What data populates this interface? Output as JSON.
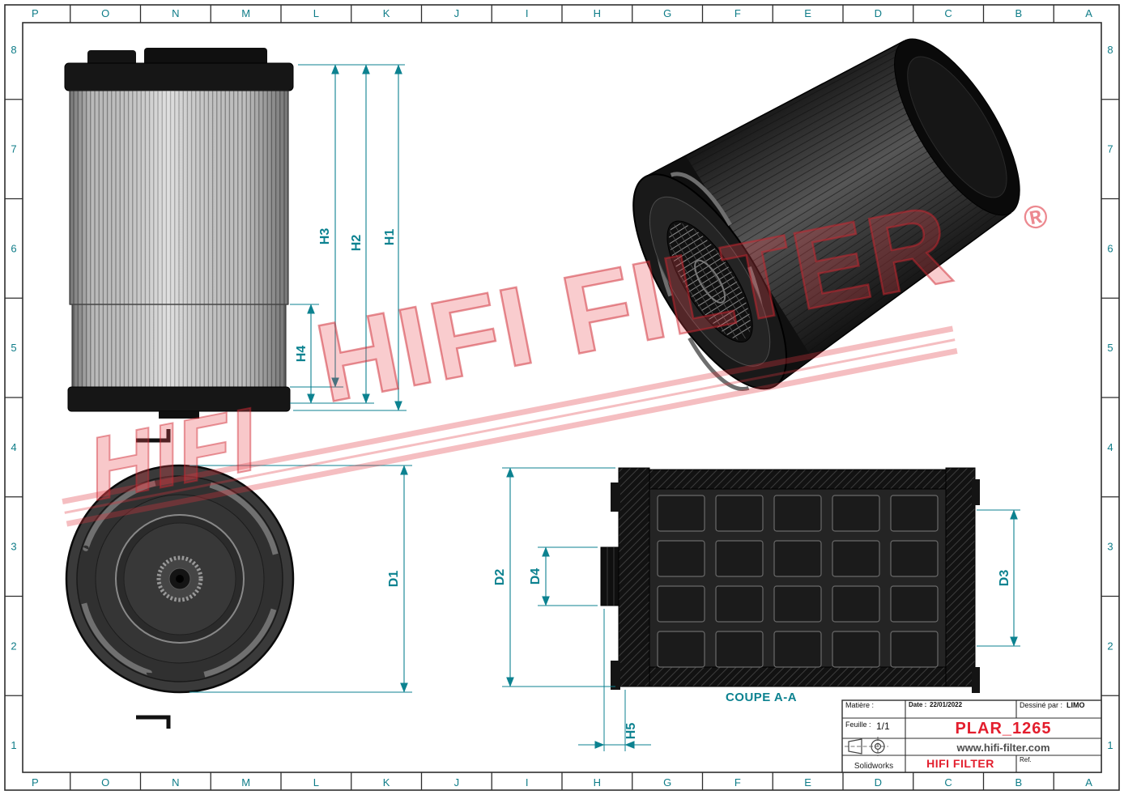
{
  "sheet": {
    "grid_columns": [
      "P",
      "O",
      "N",
      "M",
      "L",
      "K",
      "J",
      "I",
      "H",
      "G",
      "F",
      "E",
      "D",
      "C",
      "B",
      "A"
    ],
    "grid_rows": [
      "8",
      "7",
      "6",
      "5",
      "4",
      "3",
      "2",
      "1"
    ]
  },
  "dims": {
    "h1": "H1",
    "h2": "H2",
    "h3": "H3",
    "h4": "H4",
    "h5": "H5",
    "d1": "D1",
    "d2": "D2",
    "d3": "D3",
    "d4": "D4"
  },
  "section_title": "COUPE A-A",
  "watermark": {
    "logo": "HIFI",
    "text": "HIFI FILTER",
    "registered": "®"
  },
  "title_block": {
    "matiere_label": "Matière :",
    "date_label": "Date :",
    "date_value": "22/01/2022",
    "author_label": "Dessiné par :",
    "author_value": "LIMO",
    "sheet_label": "Feuille :",
    "sheet_value": "1/1",
    "part_number": "PLAR_1265",
    "website": "www.hifi-filter.com",
    "software": "Solidworks",
    "brand": "HIFI FILTER",
    "ref_label": "Ref."
  },
  "colors": {
    "dimension": "#0c8290",
    "grid_label": "#0e7c88",
    "accent_red": "#e31e2d",
    "watermark_red": "#e0454e",
    "frame": "#2e2e2e"
  }
}
